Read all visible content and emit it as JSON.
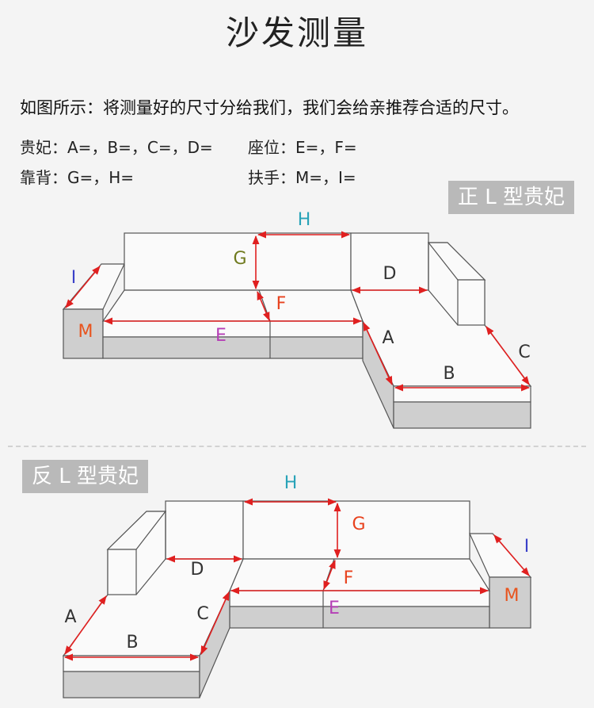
{
  "title": "沙发测量",
  "intro": "如图所示：将测量好的尺寸分给我们，我们会给亲推荐合适的尺寸。",
  "params": {
    "guifei": "贵妃：A=，B=，C=，D=",
    "seat": "座位：E=，F=",
    "back": "靠背：G=，H=",
    "armrest": "扶手：M=，I="
  },
  "diagrams": {
    "left_l": {
      "label": "正 L 型贵妃"
    },
    "right_l": {
      "label": "反 L 型贵妃"
    }
  },
  "dimension_labels": {
    "A": "A",
    "B": "B",
    "C": "C",
    "D": "D",
    "E": "E",
    "F": "F",
    "G": "G",
    "H": "H",
    "I": "I",
    "M": "M"
  },
  "colors": {
    "arrow": "#e02020",
    "H": "#29a3b8",
    "G": "#6f7a1e",
    "F": "#e8421e",
    "E": "#b53fb6",
    "I": "#3a40c8",
    "M": "#e8541e",
    "ABCD": "#333333",
    "base": "#cfcfcf",
    "label_bg": "#b9b9b9"
  }
}
